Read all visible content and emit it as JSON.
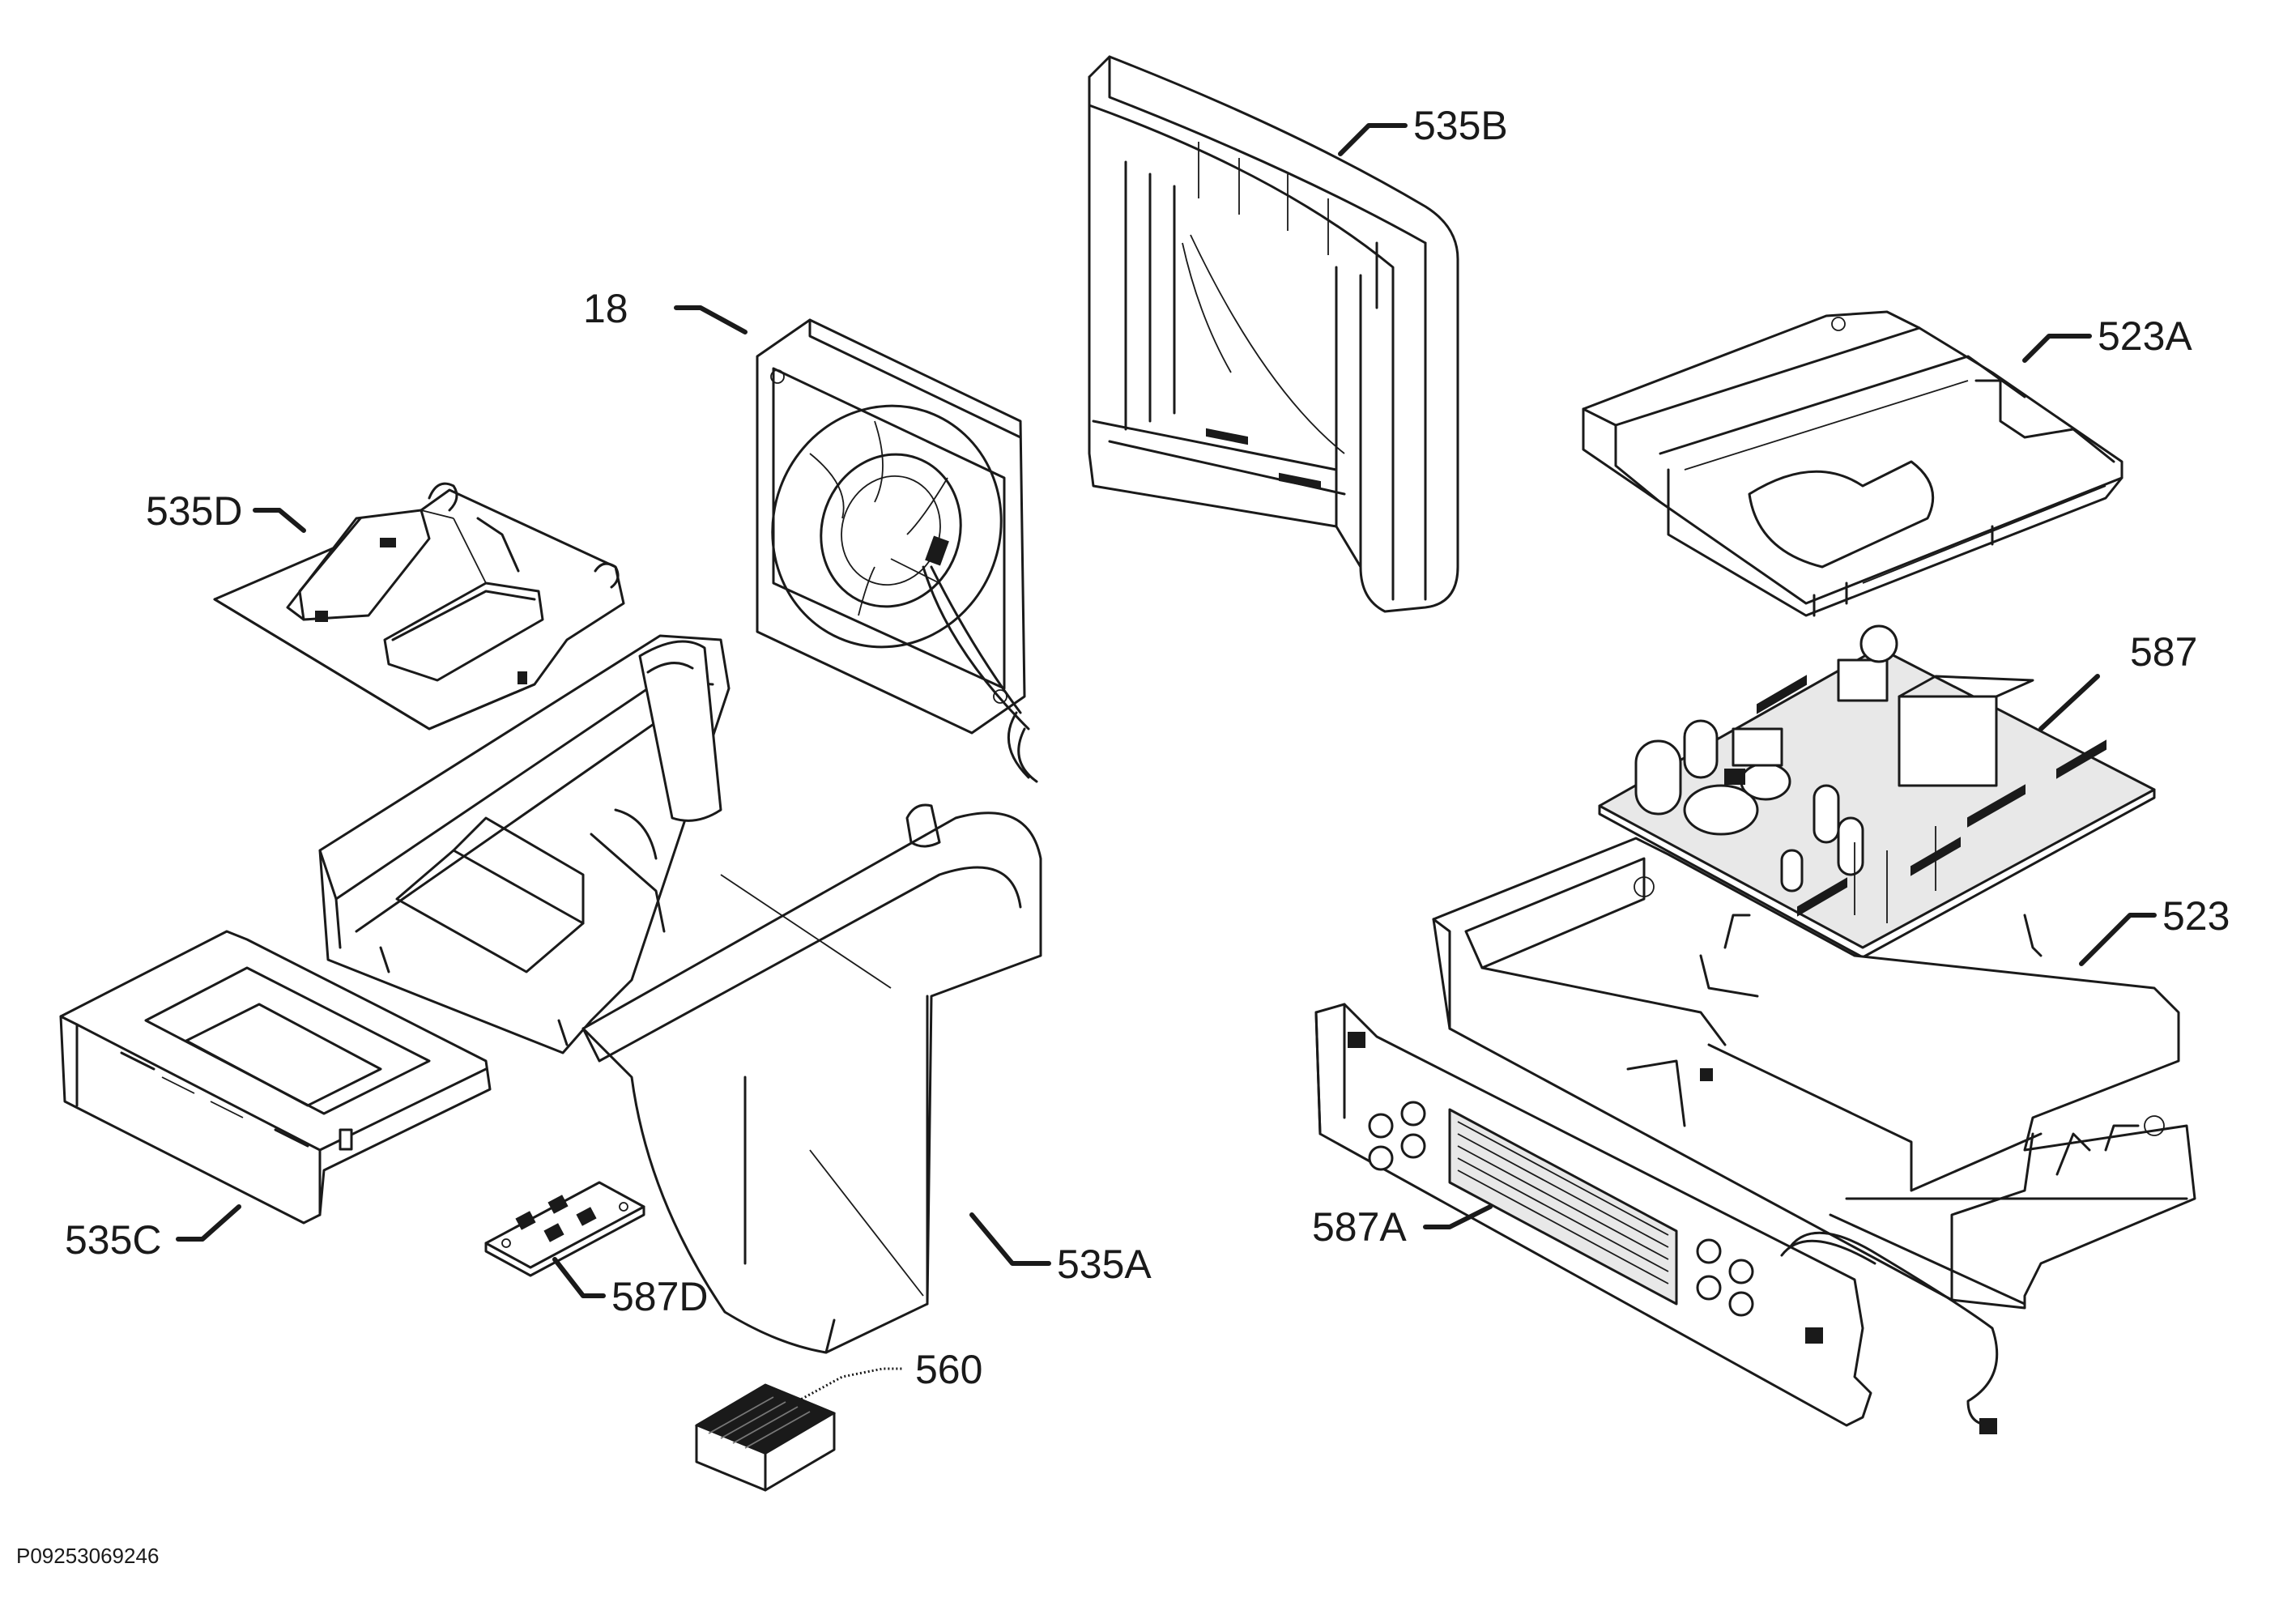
{
  "diagram": {
    "parts": [
      {
        "id": "p-535B",
        "label": "535B"
      },
      {
        "id": "p-18",
        "label": "18"
      },
      {
        "id": "p-523A",
        "label": "523A"
      },
      {
        "id": "p-535D",
        "label": "535D"
      },
      {
        "id": "p-587",
        "label": "587"
      },
      {
        "id": "p-523",
        "label": "523"
      },
      {
        "id": "p-535C",
        "label": "535C"
      },
      {
        "id": "p-587A",
        "label": "587A"
      },
      {
        "id": "p-535A",
        "label": "535A"
      },
      {
        "id": "p-587D",
        "label": "587D"
      },
      {
        "id": "p-560",
        "label": "560"
      }
    ],
    "document_id": "P09253069246"
  }
}
